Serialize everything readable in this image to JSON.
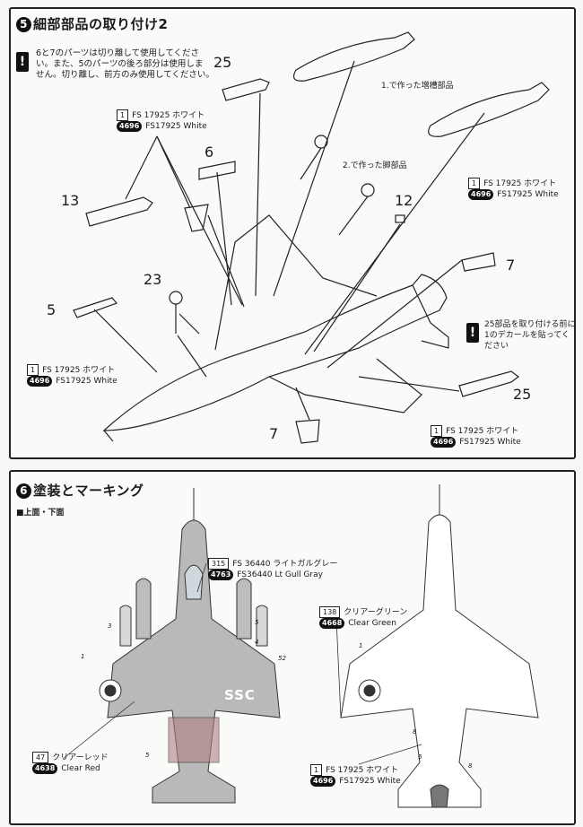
{
  "section5": {
    "number": "5",
    "title": "細部部品の取り付け2",
    "caution": "6と7のパーツは切り離して使用してください。また、5のパーツの後ろ部分は使用しません。切り離し、前方のみ使用してください。",
    "caution_line1": "6と7のパーツは切り離して使用してくださ",
    "caution_line2": "い。また、5のパーツの後ろ部分は使用しま",
    "caution_line3": "せん。切り離し、前方のみ使用してください。",
    "note_tank": "1.で作った増槽部品",
    "note_gear": "2.で作った脚部品",
    "note_decal_line1": "25部品を取り付ける前に",
    "note_decal_line2": "1のデカールを貼ってく",
    "note_decal_line3": "ださい",
    "parts": [
      "25",
      "6",
      "13",
      "12",
      "7",
      "23",
      "5",
      "7",
      "25"
    ],
    "paint_code": "1",
    "paint_jp": "FS 17925 ホワイト",
    "paint_en": "FS17925 White",
    "paint_oval": "4696"
  },
  "section6": {
    "number": "6",
    "title": "塗装とマーキング",
    "subtitle": "■上面・下面",
    "gray_code": "315",
    "gray_jp": "FS 36440 ライトガルグレー",
    "gray_en": "FS36440 Lt Gull Gray",
    "gray_oval": "4763",
    "green_code": "138",
    "green_jp": "クリアーグリーン",
    "green_en": "Clear Green",
    "green_oval": "4668",
    "red_code": "47",
    "red_jp": "クリアーレッド",
    "red_en": "Clear Red",
    "red_oval": "4638",
    "white_code": "1",
    "white_jp": "FS 17925 ホワイト",
    "white_en": "FS17925 White",
    "white_oval": "4696",
    "tail_code": "SSC",
    "decal_numbers": [
      "3",
      "1",
      "5",
      "4",
      "52",
      "5",
      "1",
      "8",
      "6",
      "8"
    ]
  }
}
